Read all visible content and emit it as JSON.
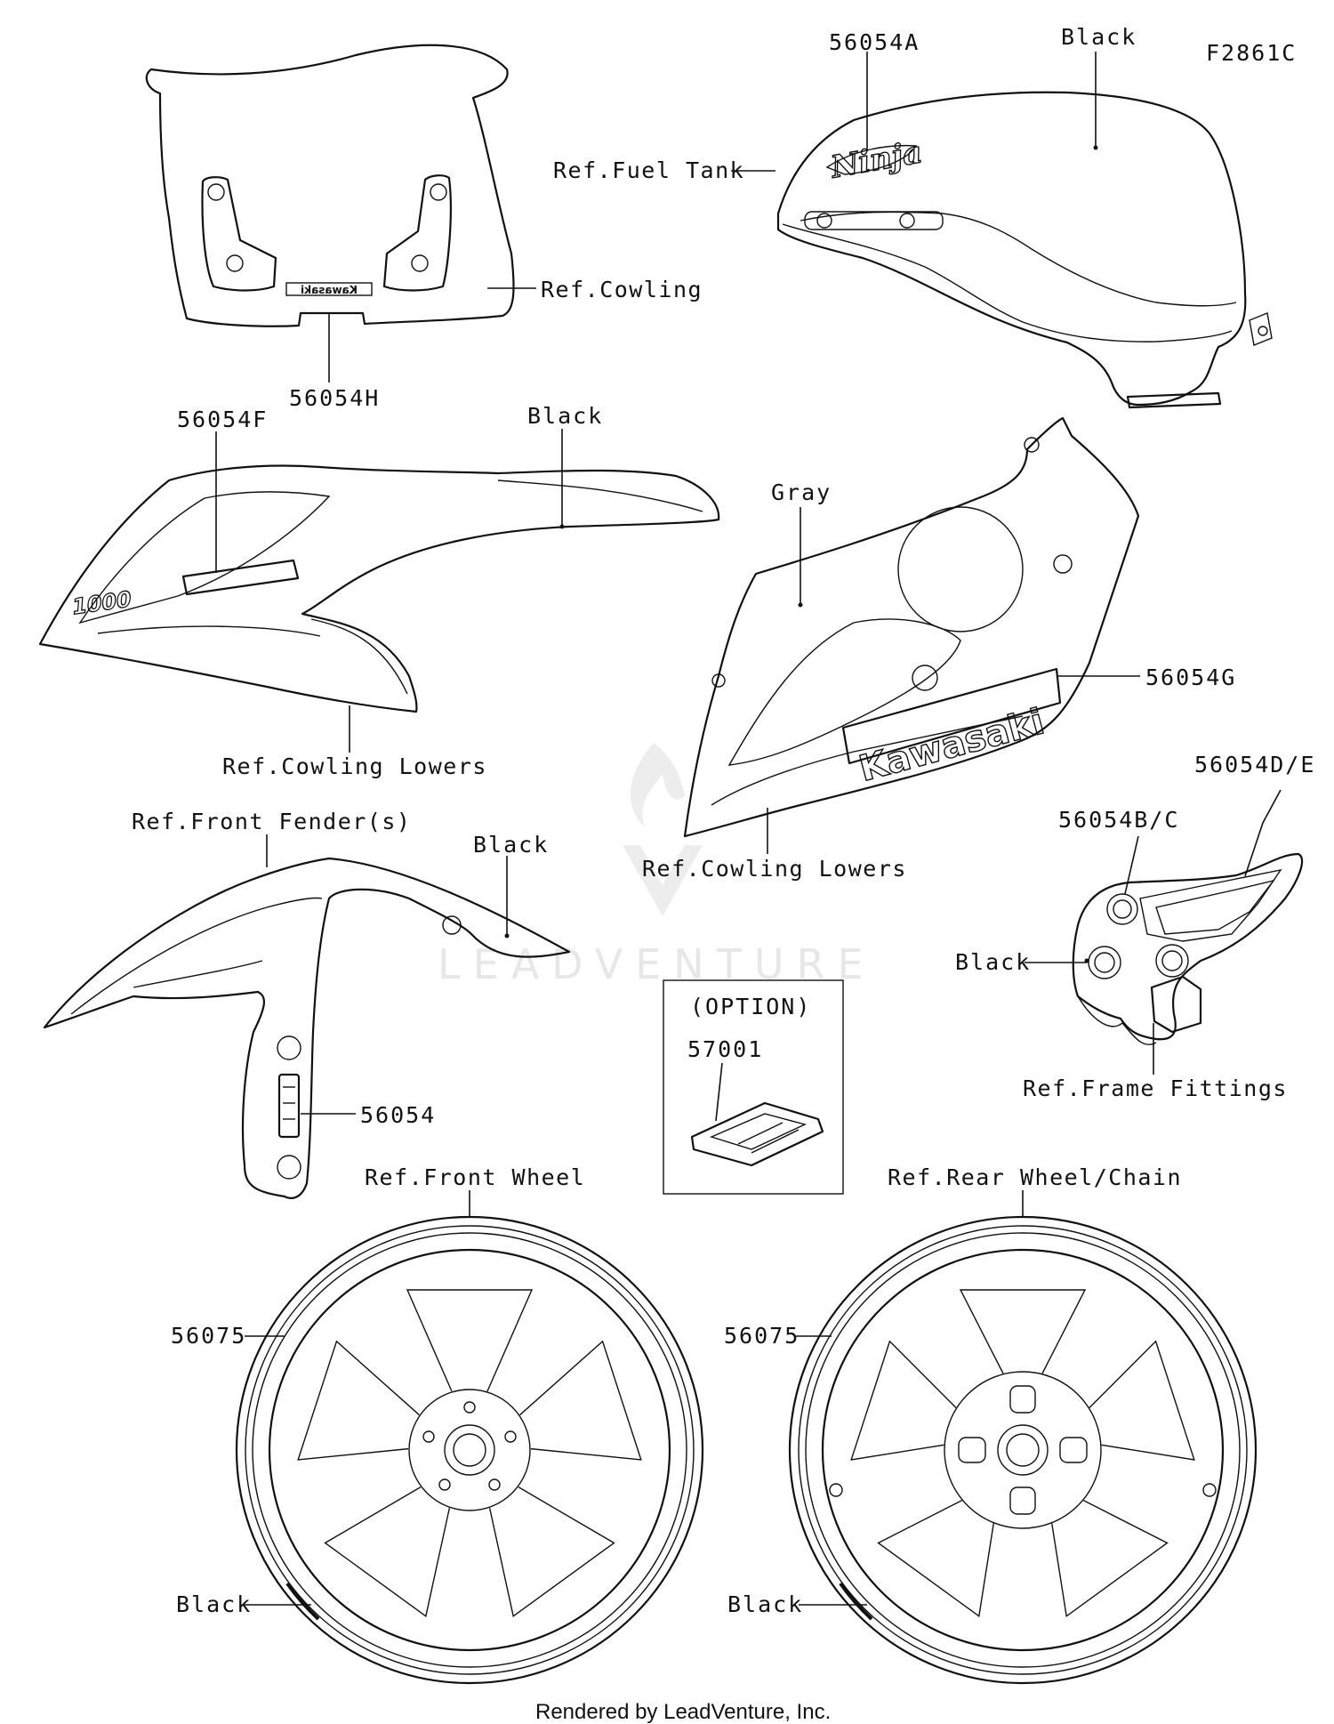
{
  "figure_code": "F2861C",
  "footer": "Rendered by LeadVenture, Inc.",
  "watermark": "LEADVENTURE",
  "logos": {
    "windscreen_logo": "Kawasaki",
    "tank_logo": "Ninja",
    "cowling_badge": "1000",
    "lower_cowling_logo": "Kawasaki"
  },
  "labels": {
    "part_56054A": "56054A",
    "color_black_tank": "Black",
    "ref_fuel_tank": "Ref.Fuel Tank",
    "ref_cowling": "Ref.Cowling",
    "part_56054H": "56054H",
    "part_56054F": "56054F",
    "color_black_cowl": "Black",
    "ref_cowling_lowers_left": "Ref.Cowling Lowers",
    "color_gray": "Gray",
    "part_56054G": "56054G",
    "ref_cowling_lowers_right": "Ref.Cowling Lowers",
    "ref_front_fender": "Ref.Front Fender(s)",
    "color_black_fender": "Black",
    "part_56054": "56054",
    "part_56054DE": "56054D/E",
    "part_56054BC": "56054B/C",
    "color_black_frame": "Black",
    "ref_frame_fittings": "Ref.Frame Fittings",
    "option": "(OPTION)",
    "part_57001": "57001",
    "ref_front_wheel": "Ref.Front Wheel",
    "ref_rear_wheel": "Ref.Rear Wheel/Chain",
    "part_56075_front": "56075",
    "part_56075_rear": "56075",
    "color_black_front_wheel": "Black",
    "color_black_rear_wheel": "Black"
  }
}
